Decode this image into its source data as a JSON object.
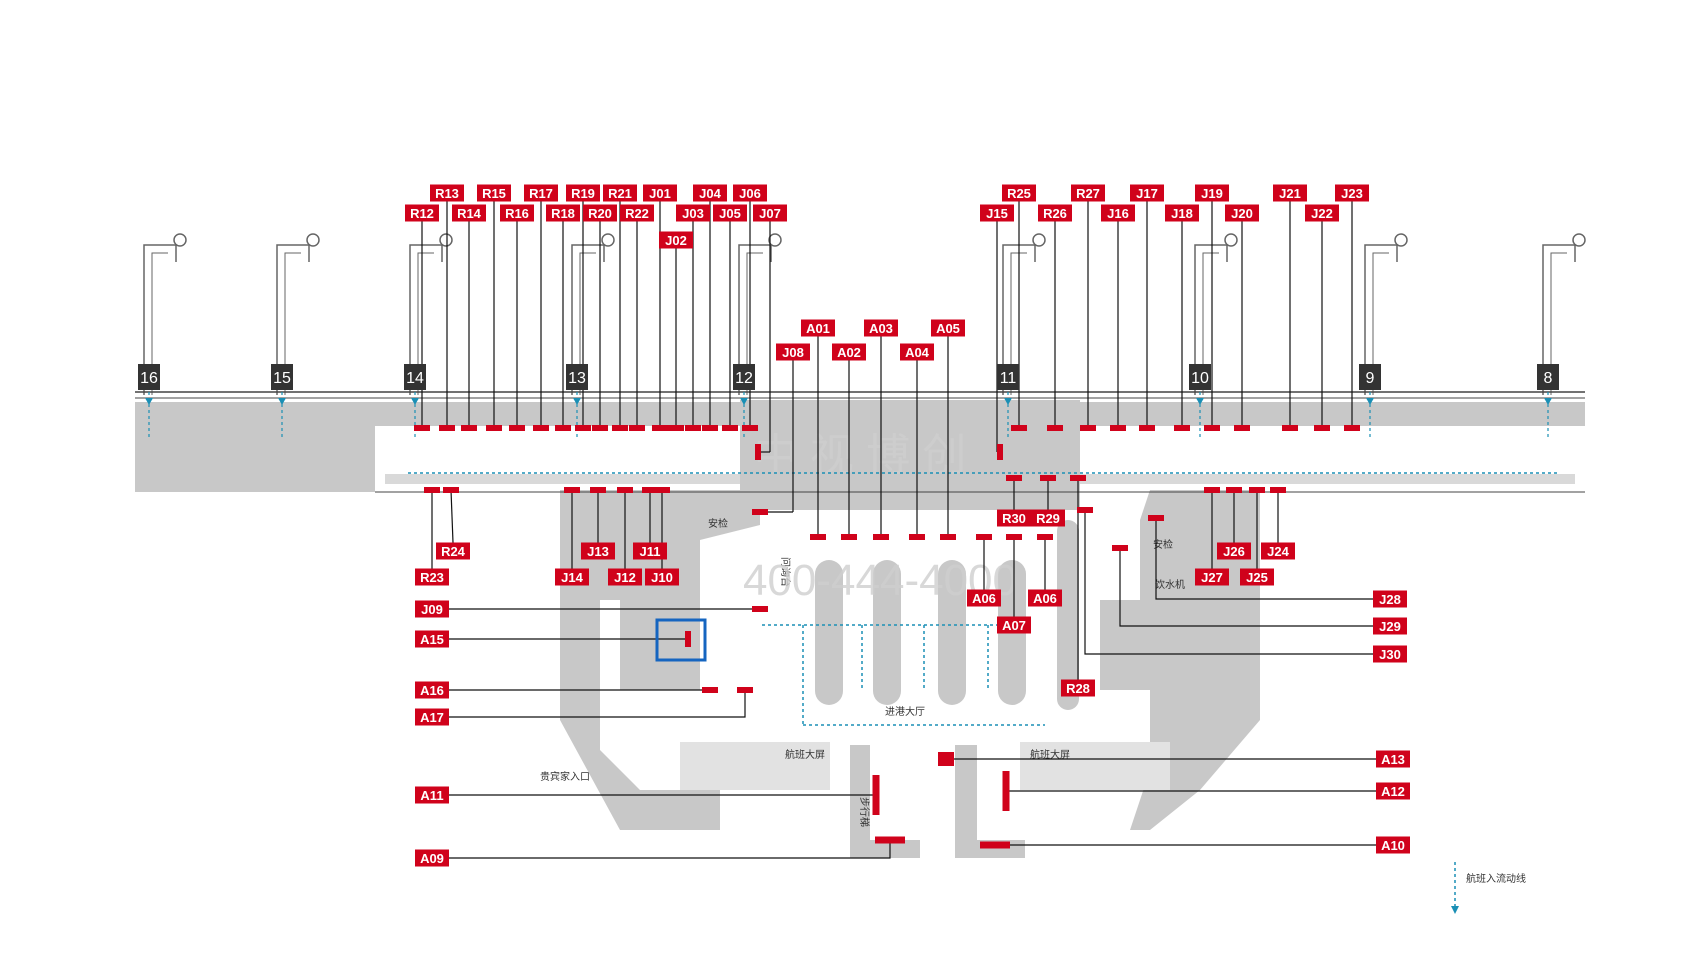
{
  "colors": {
    "label_bg": "#d0021b",
    "label_text": "#ffffff",
    "structure": "#c8c8c8",
    "line": "#111111",
    "gate_bg": "#333333",
    "flow": "#1a8fb5",
    "highlight": "#1565c0"
  },
  "gates": [
    "16",
    "15",
    "14",
    "13",
    "12",
    "11",
    "10",
    "9",
    "8"
  ],
  "labels": {
    "R13": "R13",
    "R15": "R15",
    "R17": "R17",
    "R19": "R19",
    "R21": "R21",
    "J01": "J01",
    "J04": "J04",
    "J06": "J06",
    "R12": "R12",
    "R14": "R14",
    "R16": "R16",
    "R18": "R18",
    "R20": "R20",
    "R22": "R22",
    "J03": "J03",
    "J05": "J05",
    "J07": "J07",
    "J02": "J02",
    "R25": "R25",
    "R27": "R27",
    "J17": "J17",
    "J19": "J19",
    "J21": "J21",
    "J23": "J23",
    "J15": "J15",
    "R26": "R26",
    "J16": "J16",
    "J18": "J18",
    "J20": "J20",
    "J22": "J22",
    "A01": "A01",
    "A03": "A03",
    "A05": "A05",
    "J08": "J08",
    "A02": "A02",
    "A04": "A04",
    "R24": "R24",
    "R23": "R23",
    "J13": "J13",
    "J11": "J11",
    "J14": "J14",
    "J12": "J12",
    "J10": "J10",
    "R30": "R30",
    "R29": "R29",
    "J26": "J26",
    "J24": "J24",
    "J27": "J27",
    "J25": "J25",
    "A06a": "A06",
    "A06b": "A06",
    "A07": "A07",
    "R28": "R28",
    "J09": "J09",
    "A15": "A15",
    "A16": "A16",
    "A17": "A17",
    "A11": "A11",
    "A09": "A09",
    "J28": "J28",
    "J29": "J29",
    "J30": "J30",
    "A13": "A13",
    "A12": "A12",
    "A10": "A10"
  },
  "map_text": {
    "hall": "进港大厅",
    "vip_entrance": "贵宾家入口",
    "water": "饮水机",
    "left_screen": "航班大屏",
    "right_screen": "航班大屏",
    "left_gate_note": "安检",
    "middle_info": "问询台",
    "right_sign": "安检",
    "corridor": "步行梯",
    "legend_flow": "航班入流动线",
    "watermark_top": "中  视  博  创",
    "watermark_phone": "400-444-4000"
  }
}
